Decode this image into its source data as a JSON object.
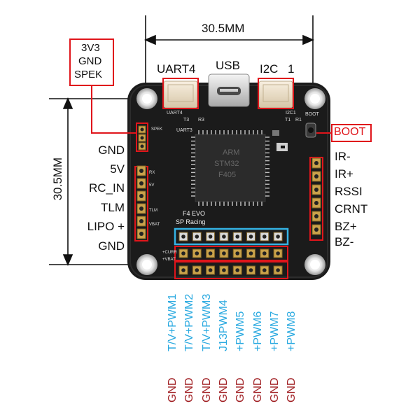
{
  "dimension_top": "30.5MM",
  "dimension_left": "30.5MM",
  "callout_top_left": [
    "3V3",
    "GND",
    "SPEK"
  ],
  "top_connectors": {
    "uart4": "UART4",
    "usb": "USB",
    "i2c": "I2C",
    "pin1": "1"
  },
  "boot_label": "BOOT",
  "left_pins": [
    "GND",
    "5V",
    "RC_IN",
    "TLM",
    "LIPO +",
    "GND"
  ],
  "right_pins": [
    "IR-",
    "IR+",
    "RSSI",
    "CRNT",
    "BZ+",
    "BZ-"
  ],
  "pwm_labels": [
    "T/V+PWM1",
    "T/V+PWM2",
    "T/V+PWM3",
    "J13PWM4",
    "+PWM5",
    "+PWM6",
    "+PWM7",
    "+PWM8"
  ],
  "pwm_gnd_labels": [
    "GND",
    "GND",
    "GND",
    "GND",
    "GND",
    "GND",
    "GND",
    "GND"
  ],
  "board_silkscreen": {
    "uart4": "UART4",
    "uart3": "UART3",
    "t3": "T3",
    "r3": "R3",
    "i2c1": "I2C1",
    "t1": "T1",
    "r1": "R1",
    "boot": "BOOT",
    "mcu_line1": "ARM",
    "mcu_line2": "STM32",
    "mcu_line3": "F405",
    "brand1": "F4 EVO",
    "brand2": "SP Racing",
    "spek": "SPEK",
    "rx": "RX",
    "v5": "5V",
    "tlm": "TLM",
    "vbat": "VBAT",
    "curr": "+CURR",
    "vbat2": "+VBAT"
  },
  "colors": {
    "callout": "#e0151b",
    "pwm_text": "#29a9e0",
    "gnd_text": "#a01e22",
    "header_box": "#34b3e4",
    "board": "#1b1b1b"
  }
}
